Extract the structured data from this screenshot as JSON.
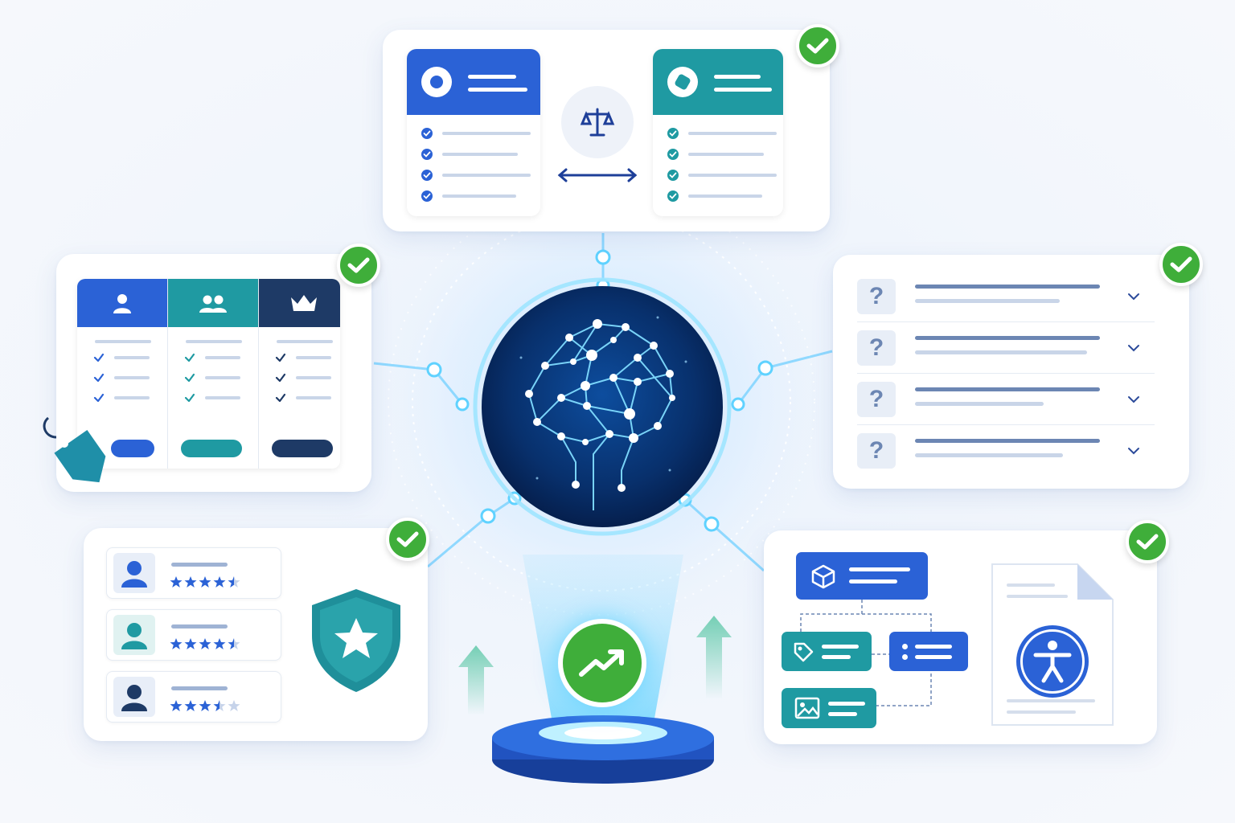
{
  "colors": {
    "blue": "#2b62d6",
    "teal": "#1f9aa2",
    "navy": "#1e3a66",
    "green": "#3fae3a",
    "glow": "#5fd2ff"
  },
  "icons": {
    "center": "ai-brain-network-icon",
    "compare": "balance-scale-icon",
    "growth": "trending-up-icon",
    "trust": "shield-star-icon",
    "price": "price-tag-icon",
    "accessibility": "accessibility-icon",
    "faq": "question-mark-icon",
    "schema": "structured-data-icon"
  },
  "cards": {
    "comparison": {
      "columns": [
        {
          "color": "blue",
          "items": 4
        },
        {
          "color": "teal",
          "items": 4
        }
      ]
    },
    "pricing": {
      "tiers": [
        {
          "icon": "user-icon",
          "color": "blue",
          "features": 3
        },
        {
          "icon": "users-icon",
          "color": "teal",
          "features": 3
        },
        {
          "icon": "crown-icon",
          "color": "navy",
          "features": 3
        }
      ]
    },
    "faq": {
      "symbol": "?",
      "questions": 4
    },
    "reviews": {
      "items": [
        {
          "rating": 4.5,
          "avatar_color": "blue"
        },
        {
          "rating": 4.5,
          "avatar_color": "teal"
        },
        {
          "rating": 3.5,
          "avatar_color": "navy"
        }
      ]
    },
    "structured_data": {
      "nodes": [
        "product-node",
        "tag-node",
        "list-node",
        "image-node"
      ]
    }
  }
}
